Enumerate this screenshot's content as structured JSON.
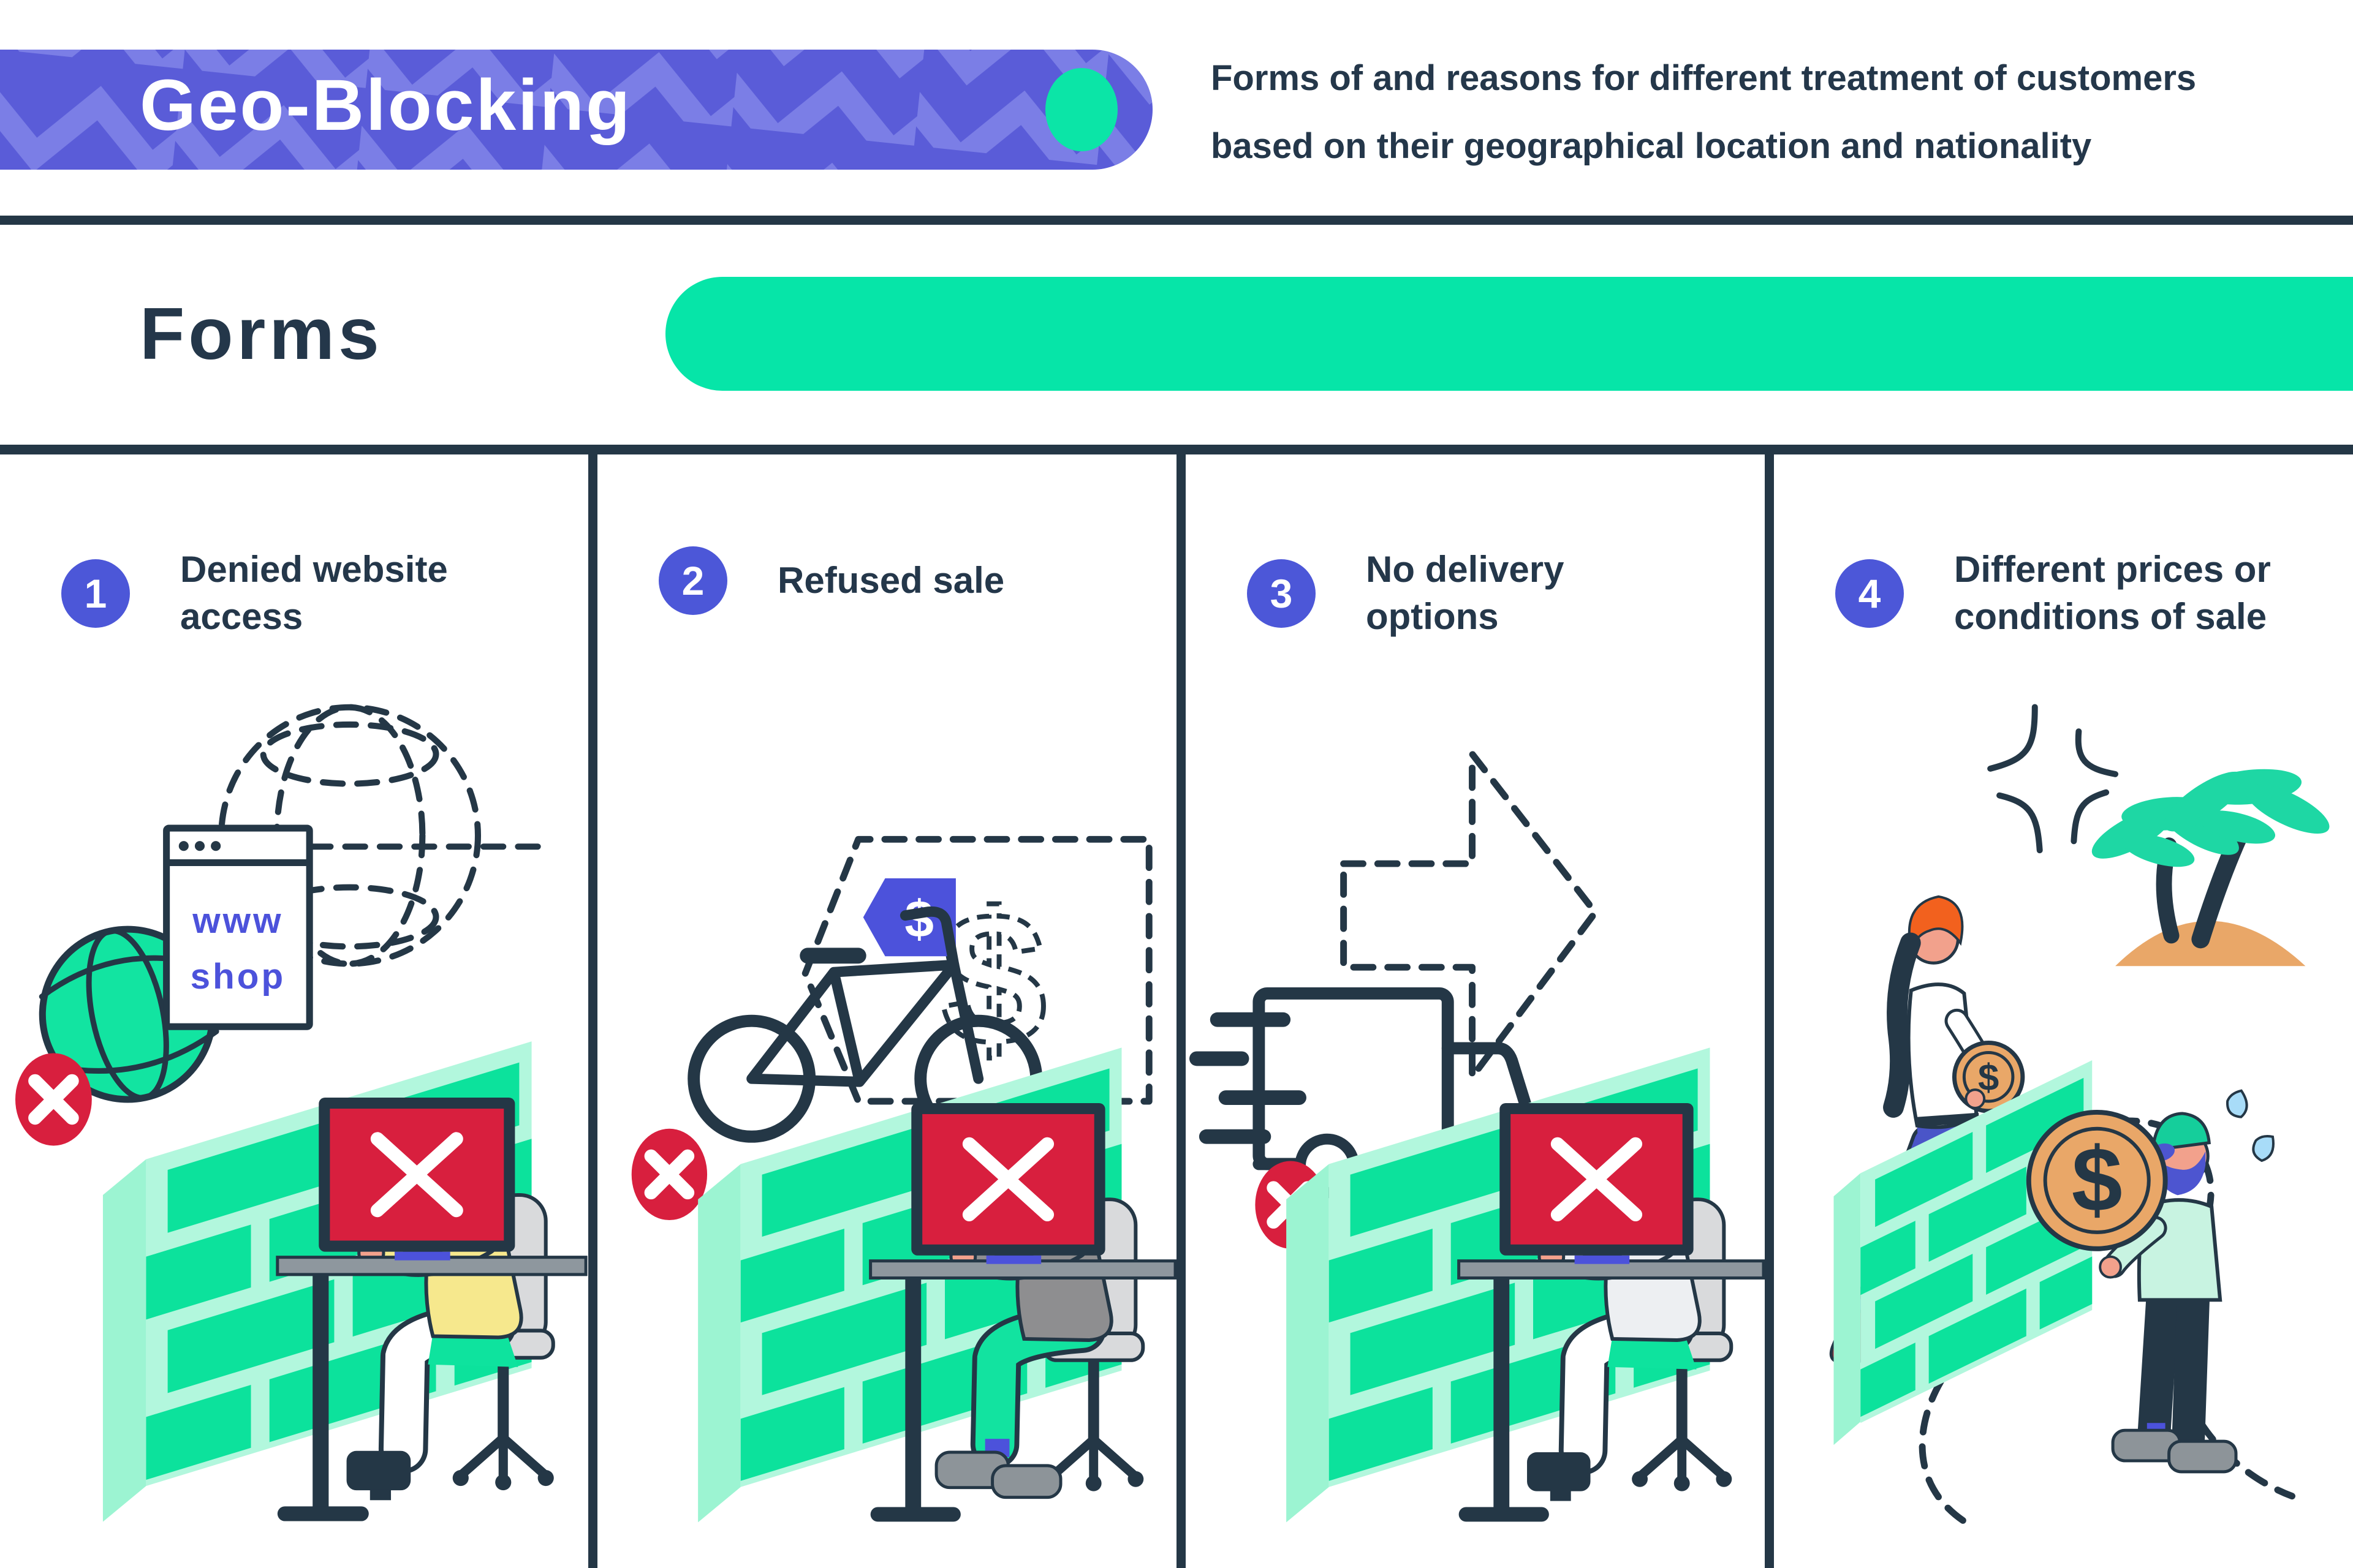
{
  "header": {
    "banner_title": "Geo-Blocking",
    "subtitle_line1": "Forms of and reasons for different treatment of customers",
    "subtitle_line2": "based on their geographical location and nationality"
  },
  "section": {
    "title": "Forms"
  },
  "columns": [
    {
      "number": "1",
      "title": "Denied website access",
      "illustration": "blocked-website-globe-firewall",
      "browser_line1": "www",
      "browser_line2": "shop"
    },
    {
      "number": "2",
      "title": "Refused sale",
      "illustration": "bicycle-price-tag-blocked",
      "tag_symbol": "$",
      "price_symbol": "$"
    },
    {
      "number": "3",
      "title": "No delivery options",
      "illustration": "delivery-truck-blocked"
    },
    {
      "number": "4",
      "title": "Different prices or conditions of sale",
      "illustration": "different-price-coin-island",
      "coin_symbol": "$",
      "small_coin_symbol": "$"
    }
  ],
  "palette": {
    "banner_indigo": "#5A5CD8",
    "banner_pattern_light": "#7B7EE6",
    "accent_green": "#06E5A8",
    "dark_navy": "#24374A",
    "number_circle_indigo": "#4C57D8",
    "alert_red": "#D81F3E",
    "wall_face_mint": "#B2F7DD",
    "wall_brick_green": "#0CE29C",
    "coin_tan": "#E9A768",
    "jeans_blue": "#4A55C8",
    "hair_orange": "#F2611E",
    "sweat_blue": "#A8DCF8"
  }
}
